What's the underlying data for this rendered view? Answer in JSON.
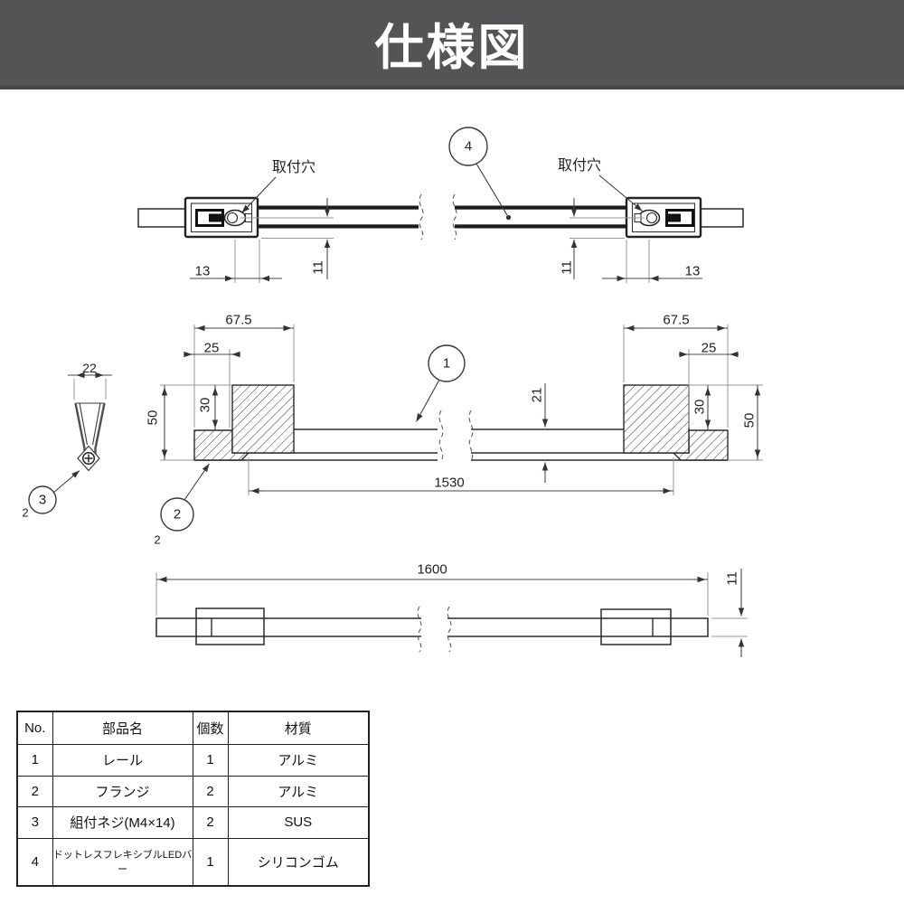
{
  "header": {
    "title": "仕様図"
  },
  "colors": {
    "header_bg": "#545456",
    "header_text": "#ffffff",
    "line": "#2b2b2b"
  },
  "drawing": {
    "balloons": {
      "b1": "1",
      "b2": "2",
      "b3": "3",
      "b4": "4"
    },
    "labels": {
      "mounting_hole_left": "取付穴",
      "mounting_hole_right": "取付穴",
      "qty_near_balloon3": "2",
      "qty_near_balloon2": "2"
    },
    "dims": {
      "top_left_13": "13",
      "top_left_11": "11",
      "top_right_11": "11",
      "top_right_13": "13",
      "screw_width_22": "22",
      "front_left_67_5": "67.5",
      "front_left_25": "25",
      "front_left_50": "50",
      "front_left_30": "30",
      "rail_height_21": "21",
      "front_right_67_5": "67.5",
      "front_right_25": "25",
      "front_right_30": "30",
      "front_right_50": "50",
      "rail_span_1530": "1530",
      "overall_length_1600": "1600",
      "bar_thickness_11": "11"
    }
  },
  "table": {
    "headers": [
      "No.",
      "部品名",
      "個数",
      "材質"
    ],
    "rows": [
      {
        "no": "1",
        "name": "レール",
        "qty": "1",
        "material": "アルミ"
      },
      {
        "no": "2",
        "name": "フランジ",
        "qty": "2",
        "material": "アルミ"
      },
      {
        "no": "3",
        "name": "組付ネジ(M4×14)",
        "qty": "2",
        "material": "SUS"
      },
      {
        "no": "4",
        "name": "ドットレスフレキシブルLEDバー",
        "qty": "1",
        "material": "シリコンゴム"
      }
    ]
  }
}
